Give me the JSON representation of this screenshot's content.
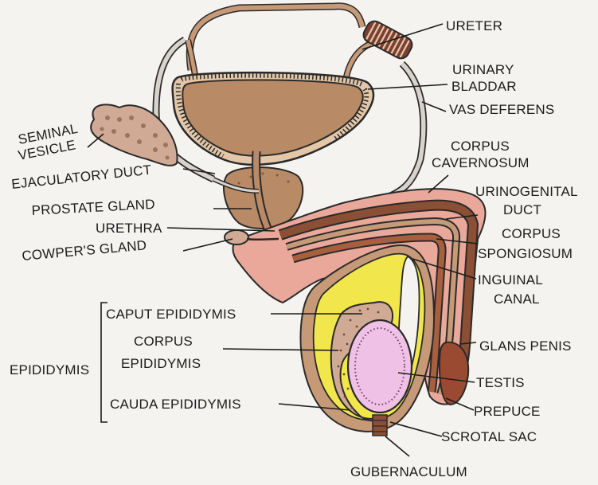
{
  "labels": {
    "ureter": "URETER",
    "urinary_1": "URINARY",
    "urinary_2": "BLADDAR",
    "vas_deferens": "VAS  DEFERENS",
    "seminal_1": "SEMINAL",
    "seminal_2": "VESICLE",
    "corpus_cav_1": "CORPUS",
    "corpus_cav_2": "CAVERNOSUM",
    "ejaculatory_duct": "EJACULATORY DUCT",
    "urinogenital_1": "URINOGENITAL",
    "urinogenital_2": "DUCT",
    "prostate": "PROSTATE GLAND",
    "corpus_spong_1": "CORPUS",
    "corpus_spong_2": "SPONGIOSUM",
    "urethra": "URETHRA",
    "cowpers": "COWPER'S GLAND",
    "inguinal_1": "INGUINAL",
    "inguinal_2": "CANAL",
    "caput": "CAPUT EPIDIDYMIS",
    "corpus_epi_1": "CORPUS",
    "corpus_epi_2": "EPIDIDYMIS",
    "epididymis": "EPIDIDYMIS",
    "glans": "GLANS PENIS",
    "testis": "TESTIS",
    "cauda": "CAUDA EPIDIDYMIS",
    "prepuce": "PREPUCE",
    "scrotal": "SCROTAL SAC",
    "gubernaculum": "GUBERNACULUM"
  },
  "colors": {
    "bladder": "#b98a66",
    "tan": "#c69a77",
    "pink": "#eaa89a",
    "yellow": "#f1e64c",
    "testis": "#efc1e6",
    "seminal": "#d1aa95",
    "brown_dark": "#8a4f34",
    "outline": "#2a2a2a"
  }
}
